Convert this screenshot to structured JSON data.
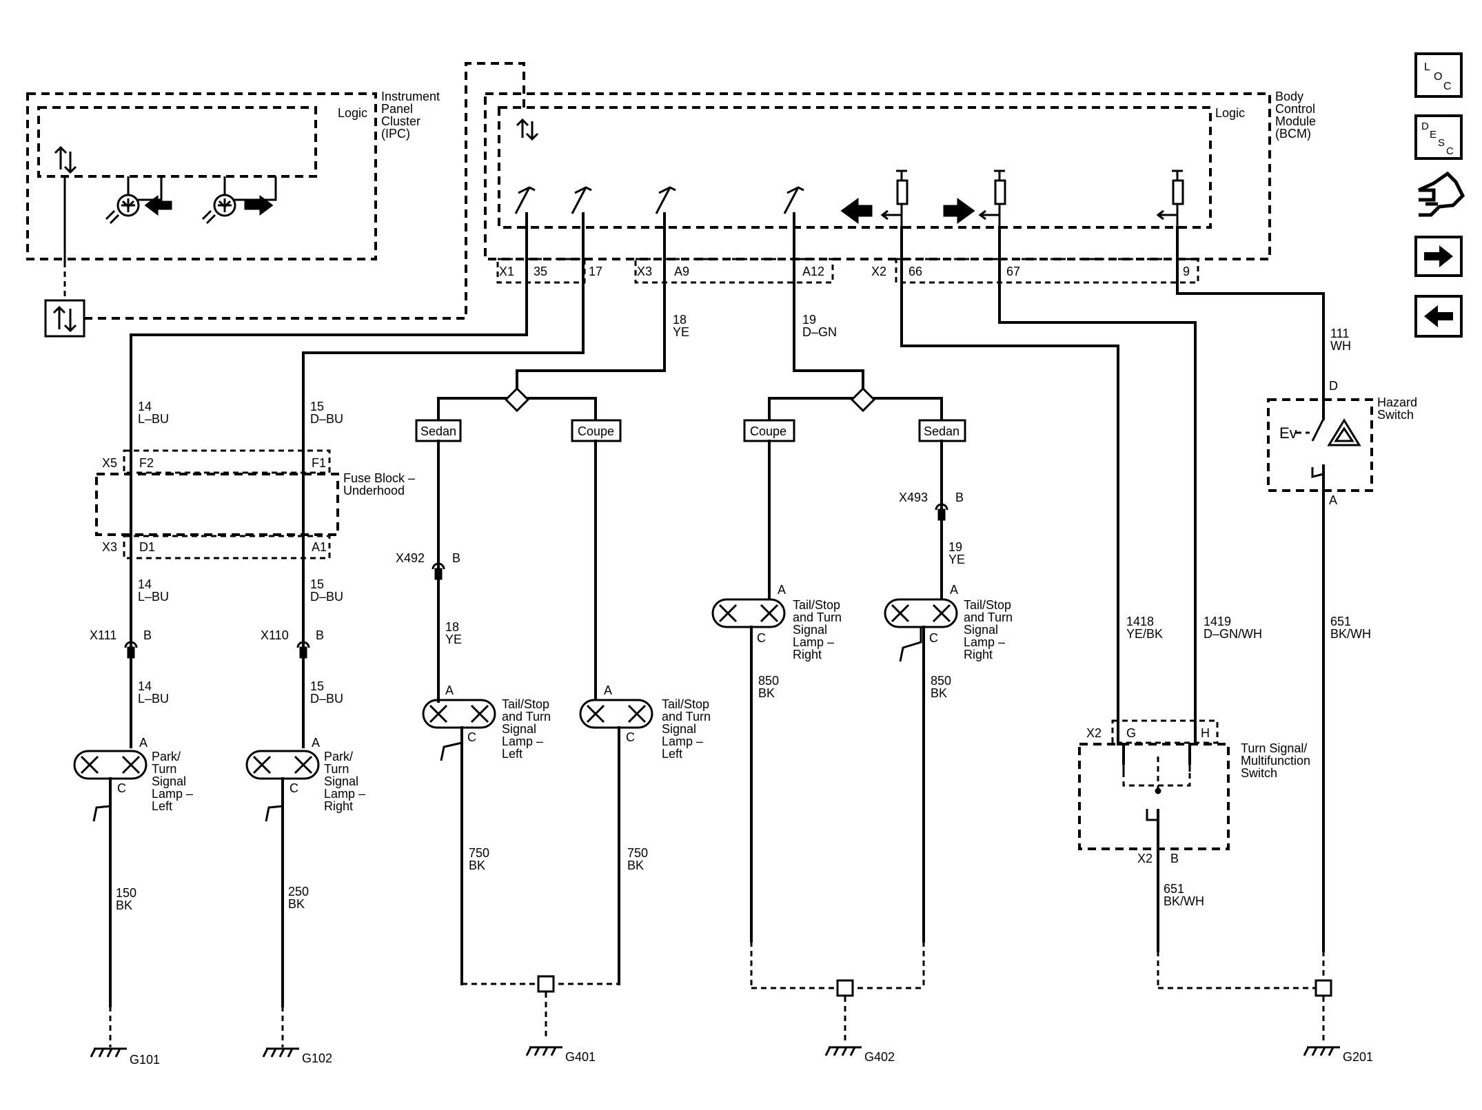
{
  "ipc": {
    "name": [
      "Instrument",
      "Panel",
      "Cluster",
      "(IPC)"
    ],
    "logic": "Logic"
  },
  "bcm": {
    "name": [
      "Body",
      "Control",
      "Module",
      "(BCM)"
    ],
    "logic": "Logic"
  },
  "connectors": {
    "x1": "X1",
    "x1_35": "35",
    "x1_17": "17",
    "x3": "X3",
    "x3_a9": "A9",
    "x3_a12": "A12",
    "x2": "X2",
    "x2_66": "66",
    "x2_67": "67",
    "x2_9": "9"
  },
  "fuse_block": {
    "name": [
      "Fuse Block –",
      "Underhood"
    ],
    "x5": "X5",
    "f2": "F2",
    "f1": "F1",
    "x3": "X3",
    "d1": "D1",
    "a1": "A1"
  },
  "wires": {
    "w14a": [
      "14",
      "L–BU"
    ],
    "w15a": [
      "15",
      "D–BU"
    ],
    "w14b": [
      "14",
      "L–BU"
    ],
    "w15b": [
      "15",
      "D–BU"
    ],
    "w14c": [
      "14",
      "L–BU"
    ],
    "w15c": [
      "15",
      "D–BU"
    ],
    "w18a": [
      "18",
      "YE"
    ],
    "w19a": [
      "19",
      "D–GN"
    ],
    "w18b": [
      "18",
      "YE"
    ],
    "w19b": [
      "19",
      "YE"
    ],
    "w111": [
      "111",
      "WH"
    ],
    "w1418": [
      "1418",
      "YE/BK"
    ],
    "w1419": [
      "1419",
      "D–GN/WH"
    ],
    "w651a": [
      "651",
      "BK/WH"
    ],
    "w651b": [
      "651",
      "BK/WH"
    ],
    "w150": [
      "150",
      "BK"
    ],
    "w250": [
      "250",
      "BK"
    ],
    "w750a": [
      "750",
      "BK"
    ],
    "w750b": [
      "750",
      "BK"
    ],
    "w850a": [
      "850",
      "BK"
    ],
    "w850b": [
      "850",
      "BK"
    ]
  },
  "options": {
    "sedan_l": "Sedan",
    "coupe_l": "Coupe",
    "coupe_r": "Coupe",
    "sedan_r": "Sedan"
  },
  "inline": {
    "x111": "X111",
    "x111_b": "B",
    "x110": "X110",
    "x110_b": "B",
    "x492": "X492",
    "x492_b": "B",
    "x493": "X493",
    "x493_b": "B"
  },
  "lamps": {
    "park_left": [
      "Park/",
      "Turn",
      "Signal",
      "Lamp –",
      "Left"
    ],
    "park_right": [
      "Park/",
      "Turn",
      "Signal",
      "Lamp –",
      "Right"
    ],
    "tail_left_1": [
      "Tail/Stop",
      "and Turn",
      "Signal",
      "Lamp –",
      "Left"
    ],
    "tail_left_2": [
      "Tail/Stop",
      "and Turn",
      "Signal",
      "Lamp –",
      "Left"
    ],
    "tail_right_1": [
      "Tail/Stop",
      "and Turn",
      "Signal",
      "Lamp –",
      "Right"
    ],
    "tail_right_2": [
      "Tail/Stop",
      "and Turn",
      "Signal",
      "Lamp –",
      "Right"
    ],
    "pin_a": "A",
    "pin_c": "C"
  },
  "hazard": {
    "name": [
      "Hazard",
      "Switch"
    ],
    "pin_d": "D",
    "pin_a": "A",
    "ev": "Ev"
  },
  "turn_switch": {
    "name": [
      "Turn Signal/",
      "Multifunction",
      "Switch"
    ],
    "x2_top": "X2",
    "g": "G",
    "h": "H",
    "x2_bottom": "X2",
    "b": "B"
  },
  "grounds": {
    "g101": "G101",
    "g102": "G102",
    "g401": "G401",
    "g402": "G402",
    "g201": "G201"
  },
  "nav": {
    "loc": [
      "L",
      "O",
      "C"
    ],
    "desc": [
      "D",
      "E",
      "S",
      "C"
    ],
    "icons": [
      "loc-icon",
      "desc-icon",
      "connector-hand-icon",
      "arrow-right-icon",
      "arrow-left-icon"
    ]
  }
}
